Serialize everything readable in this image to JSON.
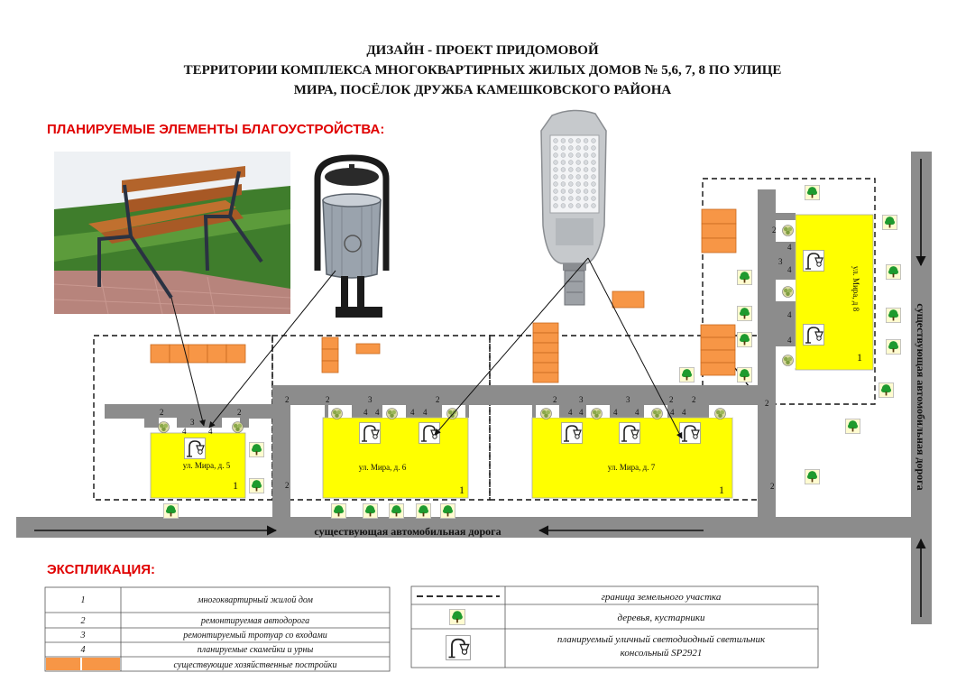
{
  "title": {
    "line1": "ДИЗАЙН - ПРОЕКТ ПРИДОМОВОЙ",
    "line2": "ТЕРРИТОРИИ КОМПЛЕКСА МНОГОКВАРТИРНЫХ ЖИЛЫХ ДОМОВ № 5,6, 7, 8 ПО УЛИЦЕ",
    "line3": "МИРА, ПОСЁЛОК ДРУЖБА КАМЕШКОВСКОГО РАЙОНА"
  },
  "planned_heading": "ПЛАНИРУЕМЫЕ ЭЛЕМЕНТЫ БЛАГОУСТРОЙСТВА:",
  "explication_heading": "ЭКСПЛИКАЦИЯ:",
  "houses": {
    "h5": "ул. Мира, д. 5",
    "h6": "ул. Мира, д. 6",
    "h7": "ул. Мира, д. 7",
    "h8": "ул. Мира, д 8",
    "building_number": "1"
  },
  "roads": {
    "horizontal": "существующая автомобильная дорога",
    "vertical": "существующая автомобильная дорога"
  },
  "markers": {
    "road": "2",
    "sidewalk": "3",
    "bench": "4"
  },
  "legend_left": [
    {
      "key": "1",
      "text": "многоквартирный жилой дом"
    },
    {
      "key": "2",
      "text": "ремонтируемая автодорога"
    },
    {
      "key": "3",
      "text": "ремонтируемый тротуар со входами"
    },
    {
      "key": "4",
      "text": "планируемые скамейки и урны"
    },
    {
      "key": "",
      "text": "существующие хозяйственные постройки"
    }
  ],
  "legend_right": [
    {
      "symbol": "dashed-line",
      "text": "граница земельного участка"
    },
    {
      "symbol": "tree-icon",
      "text": "деревья, кустарники"
    },
    {
      "symbol": "street-lamp-icon",
      "text": "планируемый уличный светодиодный светильник",
      "text2": "консольный SP2921"
    }
  ],
  "colors": {
    "road": "#8c8c8c",
    "building": "#ffff00",
    "shed": "#f79646",
    "title_red": "#e00000",
    "tree_fill": "#fffbd0",
    "tree_green": "#1e9a2e"
  }
}
